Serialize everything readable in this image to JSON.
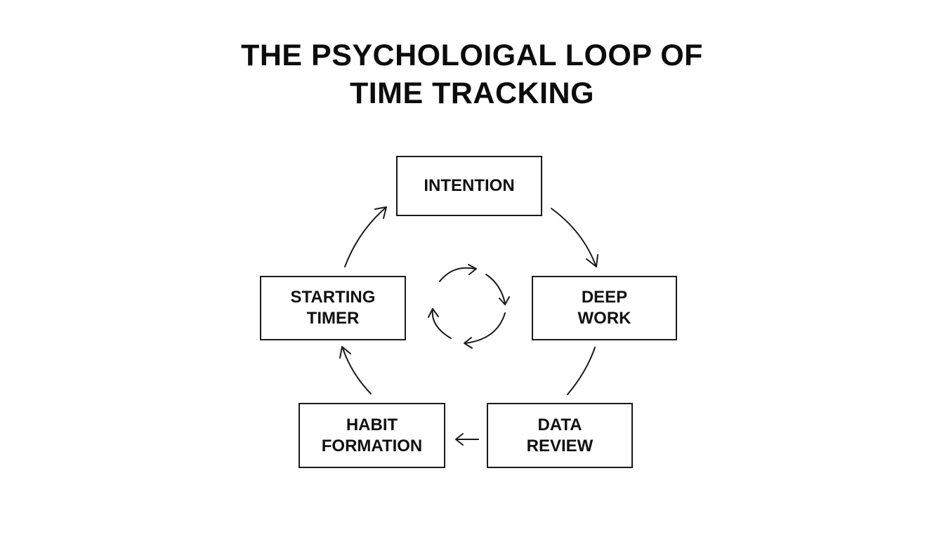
{
  "diagram": {
    "title_lines": [
      "THE PSYCHOLOIGAL LOOP OF",
      "TIME TRACKING"
    ],
    "nodes": {
      "intention": {
        "lines": [
          "INTENTION"
        ]
      },
      "deep_work": {
        "lines": [
          "DEEP",
          "WORK"
        ]
      },
      "data_review": {
        "lines": [
          "DATA",
          "REVIEW"
        ]
      },
      "habit_formation": {
        "lines": [
          "HABIT",
          "FORMATION"
        ]
      },
      "starting_timer": {
        "lines": [
          "STARTING",
          "TIMER"
        ]
      }
    },
    "flow": [
      "INTENTION",
      "DEEP WORK",
      "DATA REVIEW",
      "HABIT FORMATION",
      "STARTING TIMER"
    ],
    "center_icon": "cycle-arrows-icon"
  }
}
